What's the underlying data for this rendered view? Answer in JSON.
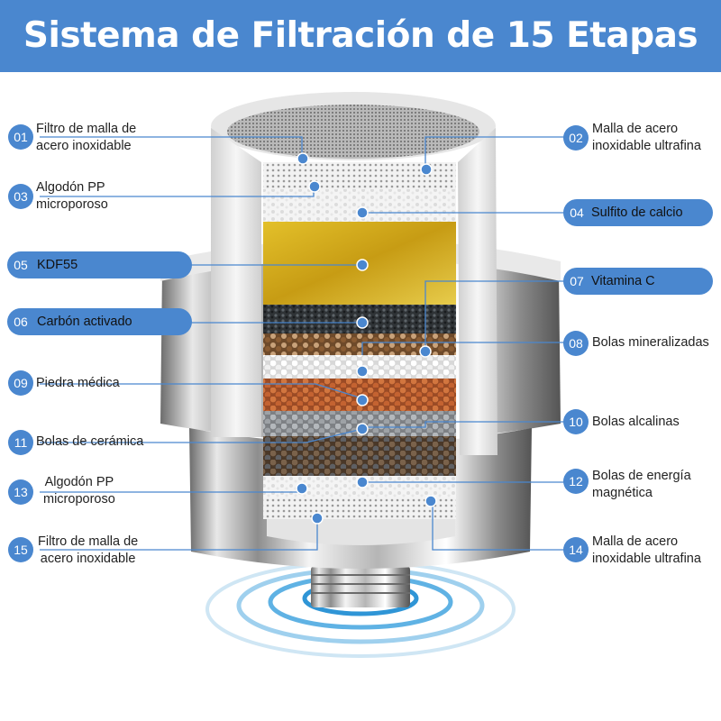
{
  "title": "Sistema de Filtración de 15 Etapas",
  "accent_color": "#4a87cf",
  "stages": [
    {
      "num": "01",
      "lines": [
        "Filtro de malla de",
        "acero inoxidable"
      ]
    },
    {
      "num": "02",
      "lines": [
        "Malla de acero",
        "inoxidable ultrafina"
      ]
    },
    {
      "num": "03",
      "lines": [
        "Algodón PP",
        "microporoso"
      ]
    },
    {
      "num": "04",
      "lines": [
        "Sulfito de calcio"
      ]
    },
    {
      "num": "05",
      "lines": [
        "KDF55"
      ]
    },
    {
      "num": "06",
      "lines": [
        "Carbón activado"
      ]
    },
    {
      "num": "07",
      "lines": [
        "Vitamina C"
      ]
    },
    {
      "num": "08",
      "lines": [
        "Bolas mineralizadas"
      ]
    },
    {
      "num": "09",
      "lines": [
        "Piedra médica"
      ]
    },
    {
      "num": "10",
      "lines": [
        "Bolas alcalinas"
      ]
    },
    {
      "num": "11",
      "lines": [
        "Bolas de cerámica"
      ]
    },
    {
      "num": "12",
      "lines": [
        "Bolas de energía",
        "magnética"
      ]
    },
    {
      "num": "13",
      "lines": [
        "Algodón PP",
        "microporoso"
      ]
    },
    {
      "num": "14",
      "lines": [
        "Malla de acero",
        "inoxidable ultrafina"
      ]
    },
    {
      "num": "15",
      "lines": [
        "Filtro de malla de",
        "acero inoxidable"
      ]
    }
  ]
}
